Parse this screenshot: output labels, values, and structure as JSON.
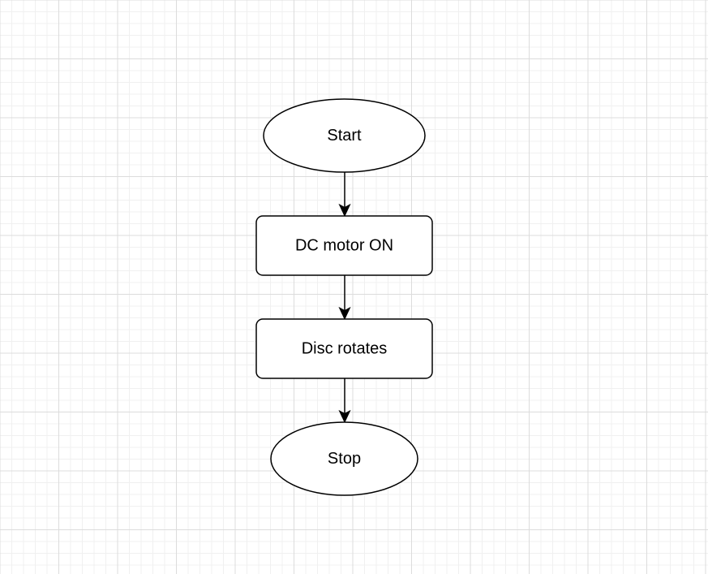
{
  "diagram": {
    "type": "flowchart",
    "nodes": [
      {
        "id": "start",
        "shape": "ellipse",
        "label": "Start"
      },
      {
        "id": "motor",
        "shape": "rounded-rect",
        "label": "DC motor ON"
      },
      {
        "id": "disc",
        "shape": "rounded-rect",
        "label": "Disc rotates"
      },
      {
        "id": "stop",
        "shape": "ellipse",
        "label": "Stop"
      }
    ],
    "edges": [
      {
        "from": "start",
        "to": "motor"
      },
      {
        "from": "motor",
        "to": "disc"
      },
      {
        "from": "disc",
        "to": "stop"
      }
    ],
    "colors": {
      "stroke": "#000000",
      "fill": "#ffffff",
      "grid": "#dcdcdc"
    }
  }
}
